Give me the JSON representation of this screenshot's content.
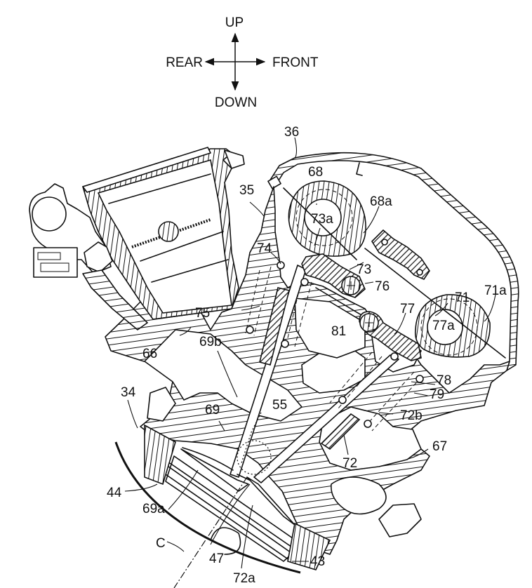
{
  "figure": {
    "type": "patent-drawing",
    "subject": "engine cylinder head cross-section",
    "orientation": {
      "up": "UP",
      "down": "DOWN",
      "rear": "REAR",
      "front": "FRONT"
    },
    "labels": {
      "l34": "34",
      "l35": "35",
      "l36": "36",
      "l43": "43",
      "l44": "44",
      "l47": "47",
      "l55": "55",
      "l66": "66",
      "l67": "67",
      "l68": "68",
      "l68a": "68a",
      "l69": "69",
      "l69a": "69a",
      "l69b": "69b",
      "l71": "71",
      "l71a": "71a",
      "l72": "72",
      "l72a": "72a",
      "l72b": "72b",
      "l73": "73",
      "l73a": "73a",
      "l74": "74",
      "l75": "75",
      "l76": "76",
      "l77": "77",
      "l77a": "77a",
      "l78": "78",
      "l79": "79",
      "l81": "81",
      "lC": "C"
    }
  }
}
